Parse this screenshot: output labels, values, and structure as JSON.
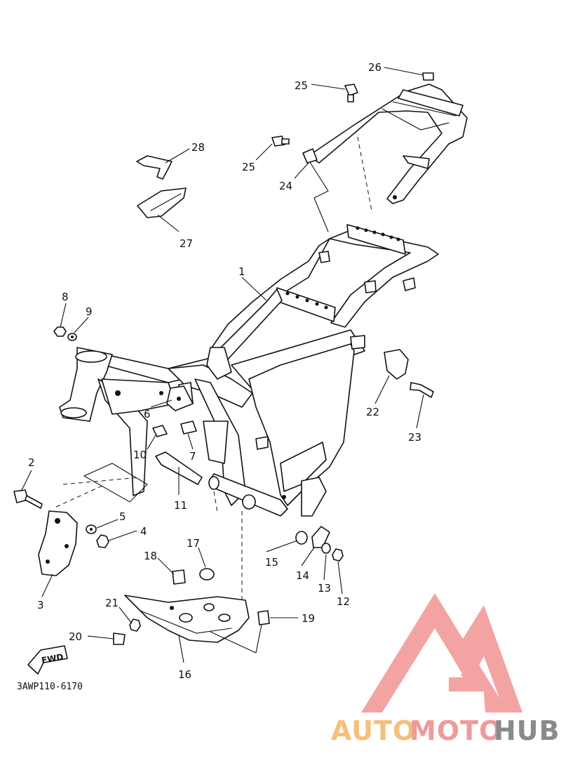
{
  "diagram": {
    "part_code": "3AWP110-6170",
    "direction_tag": "FWD",
    "callouts": [
      "1",
      "2",
      "3",
      "4",
      "5",
      "6",
      "7",
      "8",
      "9",
      "10",
      "11",
      "12",
      "13",
      "14",
      "15",
      "16",
      "17",
      "18",
      "19",
      "20",
      "21",
      "22",
      "23",
      "24",
      "25",
      "25",
      "26",
      "27",
      "28"
    ]
  },
  "watermark": {
    "text_auto": "AUTO",
    "text_moto": "MOTO",
    "text_hub": "HUB",
    "colors": {
      "auto": "#f5c07a",
      "moto": "#f09a9a",
      "hub": "#8a8a8a",
      "logo": "#f4a3a3"
    }
  }
}
